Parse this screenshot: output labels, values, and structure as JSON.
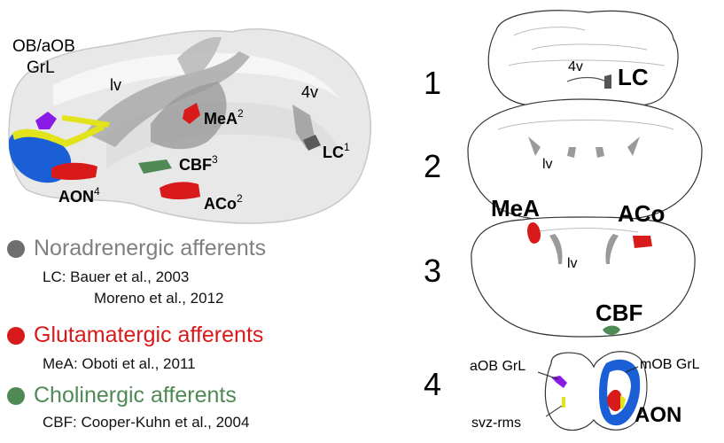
{
  "left_labels": {
    "ob_line1": "OB/aOB",
    "ob_line2": "GrL",
    "lv": "lv",
    "v4": "4v",
    "mea": "MeA",
    "mea_sup": "2",
    "lc": "LC",
    "lc_sup": "1",
    "cbf": "CBF",
    "cbf_sup": "3",
    "aon": "AON",
    "aon_sup": "4",
    "aco": "ACo",
    "aco_sup": "2"
  },
  "legend": [
    {
      "title": "Noradrenergic afferents",
      "color": "#808080",
      "refs": [
        "LC: Bauer et al., 2003",
        "Moreno et al., 2012"
      ]
    },
    {
      "title": "Glutamatergic afferents",
      "color": "#d91a1a",
      "refs": [
        "MeA: Oboti et al., 2011"
      ]
    },
    {
      "title": "Cholinergic afferents",
      "color": "#4f8a55",
      "refs": [
        "CBF: Cooper-Kuhn et al., 2004"
      ]
    }
  ],
  "sections": {
    "numbers": [
      "1",
      "2",
      "3",
      "4"
    ],
    "s1_v4": "4v",
    "s1_lc": "LC",
    "s2_lv": "lv",
    "s2_mea": "MeA",
    "s2_aco": "ACo",
    "s3_lv": "lv",
    "s3_cbf": "CBF",
    "s4_aob": "aOB GrL",
    "s4_mob": "mOB GrL",
    "s4_svz": "svz-rms",
    "s4_aon": "AON"
  },
  "colors": {
    "red": "#d91a1a",
    "green": "#4f8a55",
    "gray": "#6e6e6e",
    "blue": "#1a5fd6",
    "yellow": "#e3e31c",
    "purple": "#8a1ae6"
  }
}
